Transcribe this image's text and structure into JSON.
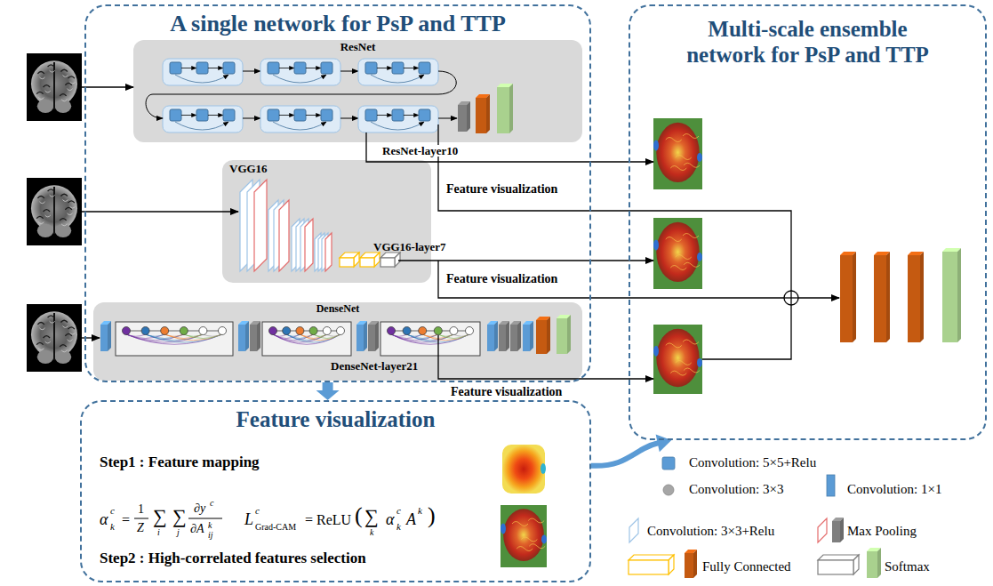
{
  "diagram": {
    "nodes": [
      {
        "text": [
          "A single network for PsP and TTP"
        ]
      },
      {
        "text": [
          "ResNet"
        ],
        "in": 0
      },
      {
        "text": [
          "VGG16"
        ],
        "in": 0
      },
      {
        "text": [
          "DenseNet"
        ],
        "in": 0
      },
      {
        "text": [
          "Multi-scale ensemble network for PsP and TTP"
        ]
      },
      {
        "text": [
          "Feature visualization",
          "Step1 : Feature mapping",
          "Step2 : High-correlated features selection"
        ]
      }
    ],
    "edges": [
      {
        "from": 0,
        "to": 5,
        "arrow": "to"
      },
      {
        "from": 5,
        "to": 4,
        "arrow": "to"
      }
    ],
    "labels": [
      "ResNet-layer10",
      "VGG16-layer7",
      "DenseNet-layer21",
      "Feature visualization",
      "Feature visualization",
      "Feature visualization",
      "α",
      "c",
      "k",
      "=",
      "1",
      "Z",
      "∑",
      "i",
      "∑",
      "j",
      "∂y",
      "c",
      "∂A",
      "k",
      "ij",
      "L",
      "c",
      "Grad-CAM",
      "= ReLU",
      "(",
      "∑",
      "k",
      "α",
      "c",
      "k",
      "A",
      "k",
      ")"
    ],
    "legend": [
      {
        "text": "Convolution: 5×5+Relu",
        "color": "#5B9BD5"
      },
      {
        "text": "Convolution: 3×3",
        "color": "#A6A6A6"
      },
      {
        "text": "Convolution: 1×1",
        "color": "#5B9BD5"
      },
      {
        "text": "Convolution: 3×3+Relu"
      },
      {
        "text": "Max Pooling"
      },
      {
        "text": "Fully Connected"
      },
      {
        "text": "Softmax"
      }
    ]
  }
}
